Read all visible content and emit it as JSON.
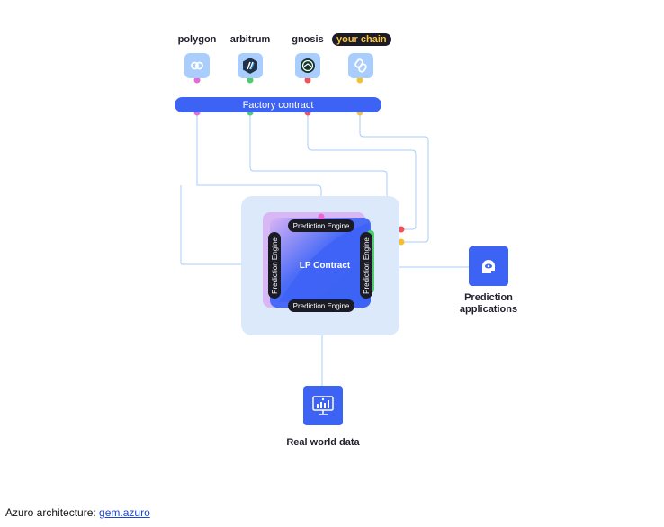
{
  "chains": [
    {
      "label": "polygon",
      "icon": "polygon-icon",
      "dot_color": "#e56ad6",
      "highlight": false
    },
    {
      "label": "arbitrum",
      "icon": "arbitrum-icon",
      "dot_color": "#4ccc6a",
      "highlight": false
    },
    {
      "label": "gnosis",
      "icon": "gnosis-icon",
      "dot_color": "#f0525a",
      "highlight": false
    },
    {
      "label": "your chain",
      "icon": "chain-link-icon",
      "dot_color": "#f5c02e",
      "highlight": true
    }
  ],
  "factory": {
    "label": "Factory contract",
    "color": "#3d63f5"
  },
  "hub": {
    "center_label": "LP Contract",
    "engines": [
      "Prediction Engine",
      "Prediction Engine",
      "Prediction Engine",
      "Prediction Engine"
    ]
  },
  "outputs": {
    "apps_label": "Prediction applications",
    "data_label": "Real world data"
  },
  "caption": {
    "prefix": "Azuro architecture: ",
    "link_text": "gem.azuro"
  },
  "colors": {
    "accent": "#3d63f5",
    "tile": "#a9cdfc",
    "hub_bg": "#dbe9fb",
    "line": "#a9cdfc"
  }
}
